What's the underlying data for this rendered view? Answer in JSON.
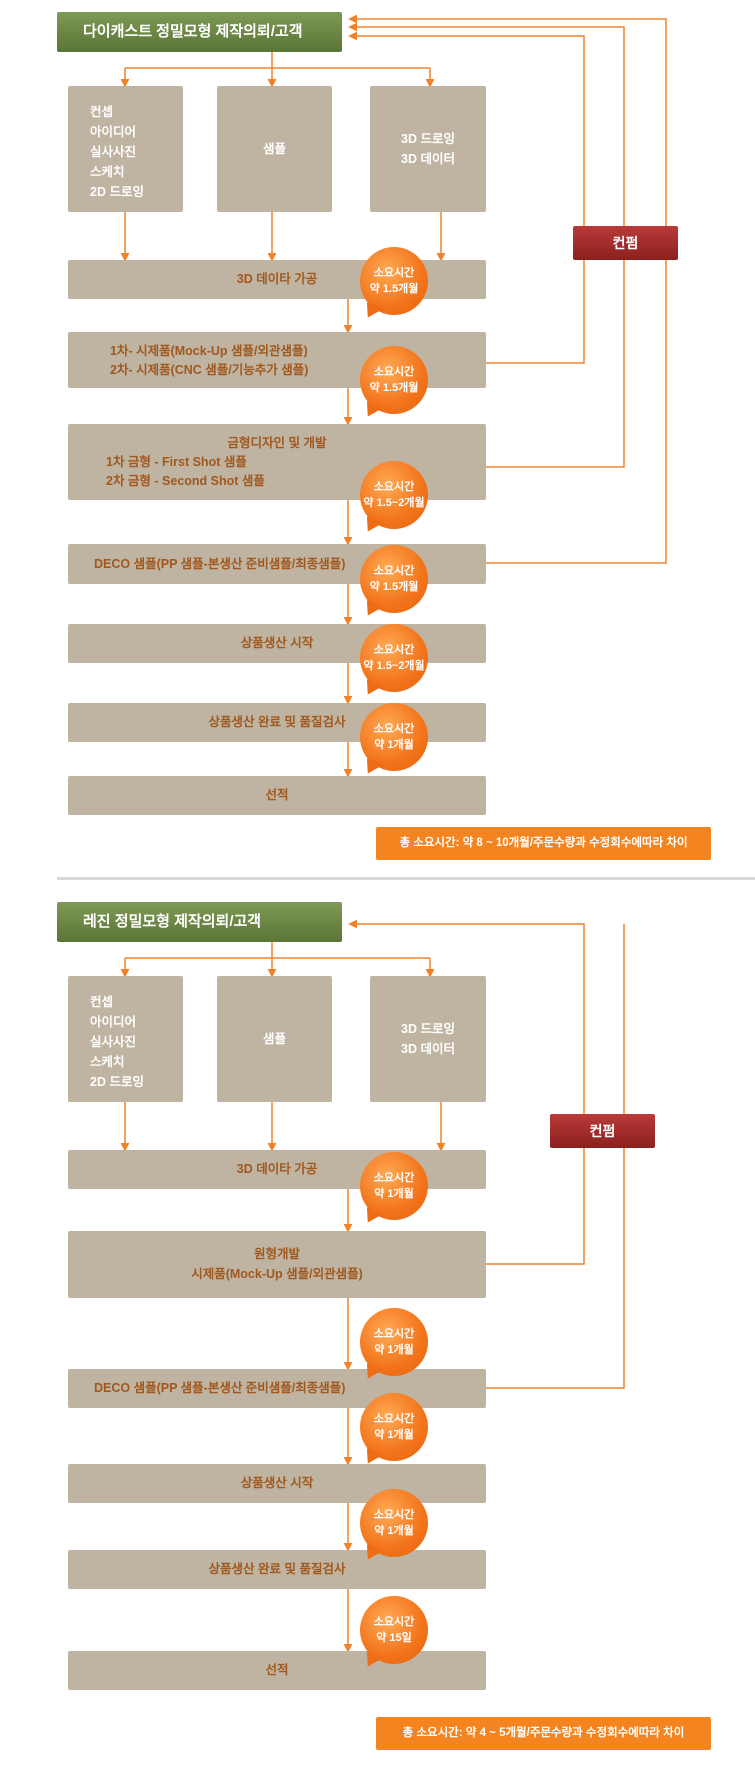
{
  "sections": [
    {
      "title": "다이캐스트 정밀모형 제작의뢰/고객",
      "sources": {
        "concepts": [
          "컨셉",
          "아이디어",
          "실사사진",
          "스케치",
          "2D 드로잉"
        ],
        "sample": "샘플",
        "drawing": [
          "3D 드로잉",
          "3D 데이터"
        ]
      },
      "steps": {
        "data": "3D 데이타 가공",
        "proto": [
          "1차- 시제품(Mock-Up 샘플/외관샘플)",
          "2차- 시제품(CNC 샘플/기능추가 샘플)"
        ],
        "mold_title": "금형디자인 및 개발",
        "mold": [
          "1차 금형 - First Shot 샘플",
          "2차 금형 - Second Shot 샘플"
        ],
        "deco": "DECO 샘플(PP 샘플-본생산 준비샘플/최종샘플)",
        "production": "상품생산 시작",
        "inspection": "상품생산 완료 및 품질검사",
        "shipping": "선적"
      },
      "bubbles": [
        [
          "소요시간",
          "약 1.5개월"
        ],
        [
          "소요시간",
          "약 1.5개월"
        ],
        [
          "소요시간",
          "약 1.5~2개월"
        ],
        [
          "소요시간",
          "약 1.5개월"
        ],
        [
          "소요시간",
          "약 1.5~2개월"
        ],
        [
          "소요시간",
          "약 1개월"
        ]
      ],
      "confirm": "컨펌",
      "total": "총  소요시간:  약 8 ~ 10개월/주문수량과  수정회수에따라  차이"
    },
    {
      "title": "레진 정밀모형 제작의뢰/고객",
      "sources": {
        "concepts": [
          "컨셉",
          "아이디어",
          "실사사진",
          "스케치",
          "2D 드로잉"
        ],
        "sample": "샘플",
        "drawing": [
          "3D 드로잉",
          "3D 데이터"
        ]
      },
      "steps": {
        "data": "3D 데이타 가공",
        "proto": [
          "원형개발",
          "시제품(Mock-Up 샘플/외관샘플)"
        ],
        "deco": "DECO 샘플(PP 샘플-본생산 준비샘플/최종샘플)",
        "production": "상품생산 시작",
        "inspection": "상품생산 완료 및 품질검사",
        "shipping": "선적"
      },
      "bubbles": [
        [
          "소요시간",
          "약 1개월"
        ],
        [
          "소요시간",
          "약 1개월"
        ],
        [
          "소요시간",
          "약 1개월"
        ],
        [
          "소요시간",
          "약 1개월"
        ],
        [
          "소요시간",
          "약 15일"
        ]
      ],
      "confirm": "컨펌",
      "total": "총  소요시간:  약 4 ~ 5개월/주문수량과  수정회수에따라  차이"
    }
  ],
  "colors": {
    "arrow": "#f0832a",
    "box": "#bfb4a1",
    "box_text": "#a0581e",
    "title_bg": "#6b8643",
    "confirm_bg": "#a02d2d",
    "bubble": "#f2731a"
  }
}
